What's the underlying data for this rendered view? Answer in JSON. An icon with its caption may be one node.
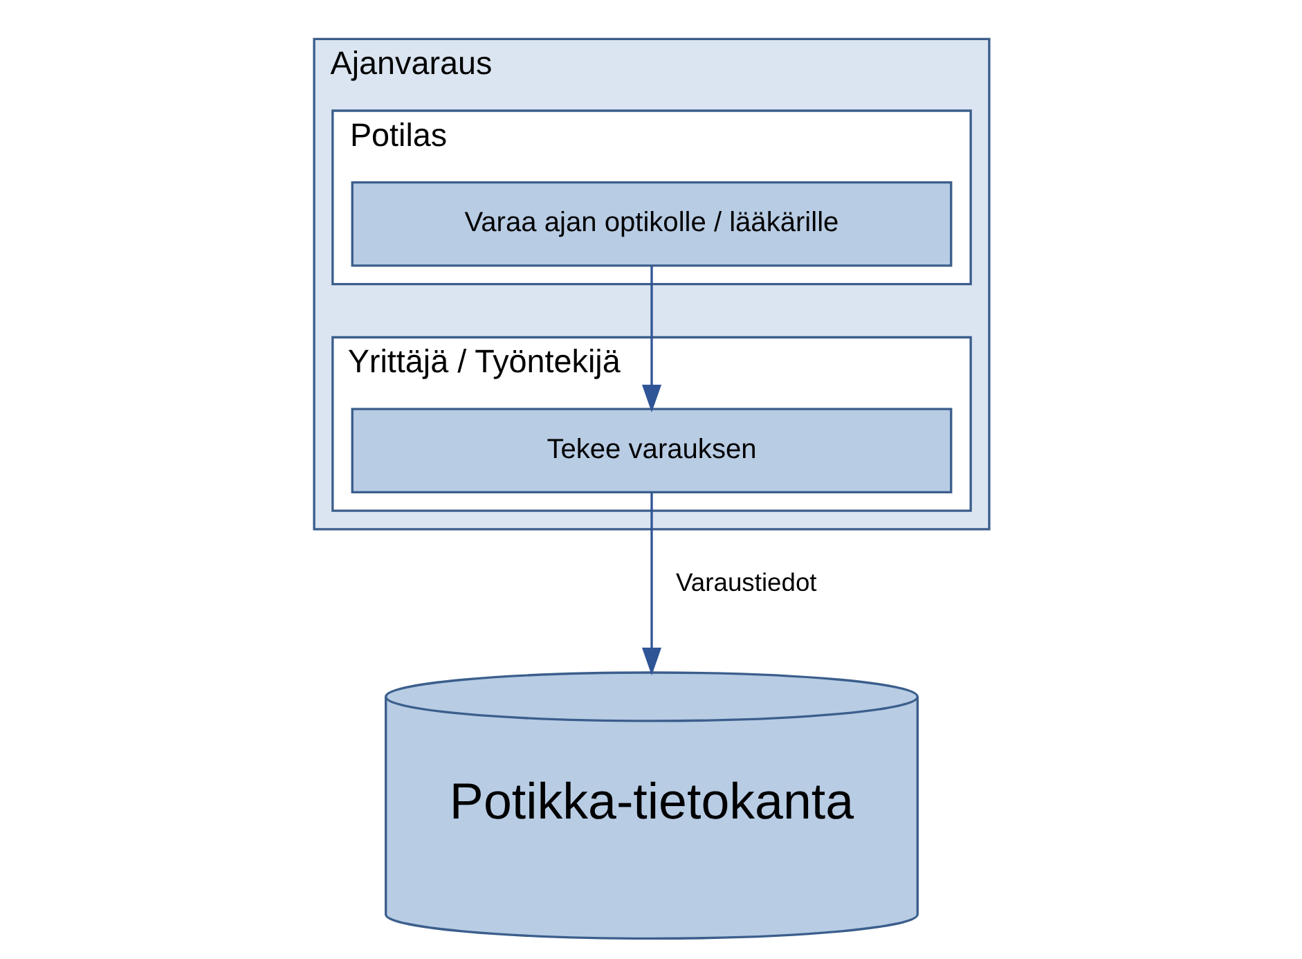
{
  "diagram": {
    "nodes": [
      {
        "text": [
          "Ajanvaraus"
        ]
      },
      {
        "text": [
          "Potilas"
        ],
        "in": 0
      },
      {
        "text": [
          "Varaa ajan optikolle / lääkärille"
        ],
        "in": 1
      },
      {
        "text": [
          "Yrittäjä / Työntekijä"
        ],
        "in": 0
      },
      {
        "text": [
          "Tekee varauksen"
        ],
        "in": 3
      },
      {
        "text": [
          "Potikka-tietokanta"
        ]
      }
    ],
    "edges": [
      {
        "from": 2,
        "to": 4,
        "arrow": "to"
      },
      {
        "from": 4,
        "to": 5,
        "arrow": "to",
        "label": "Varaustiedot"
      }
    ]
  }
}
